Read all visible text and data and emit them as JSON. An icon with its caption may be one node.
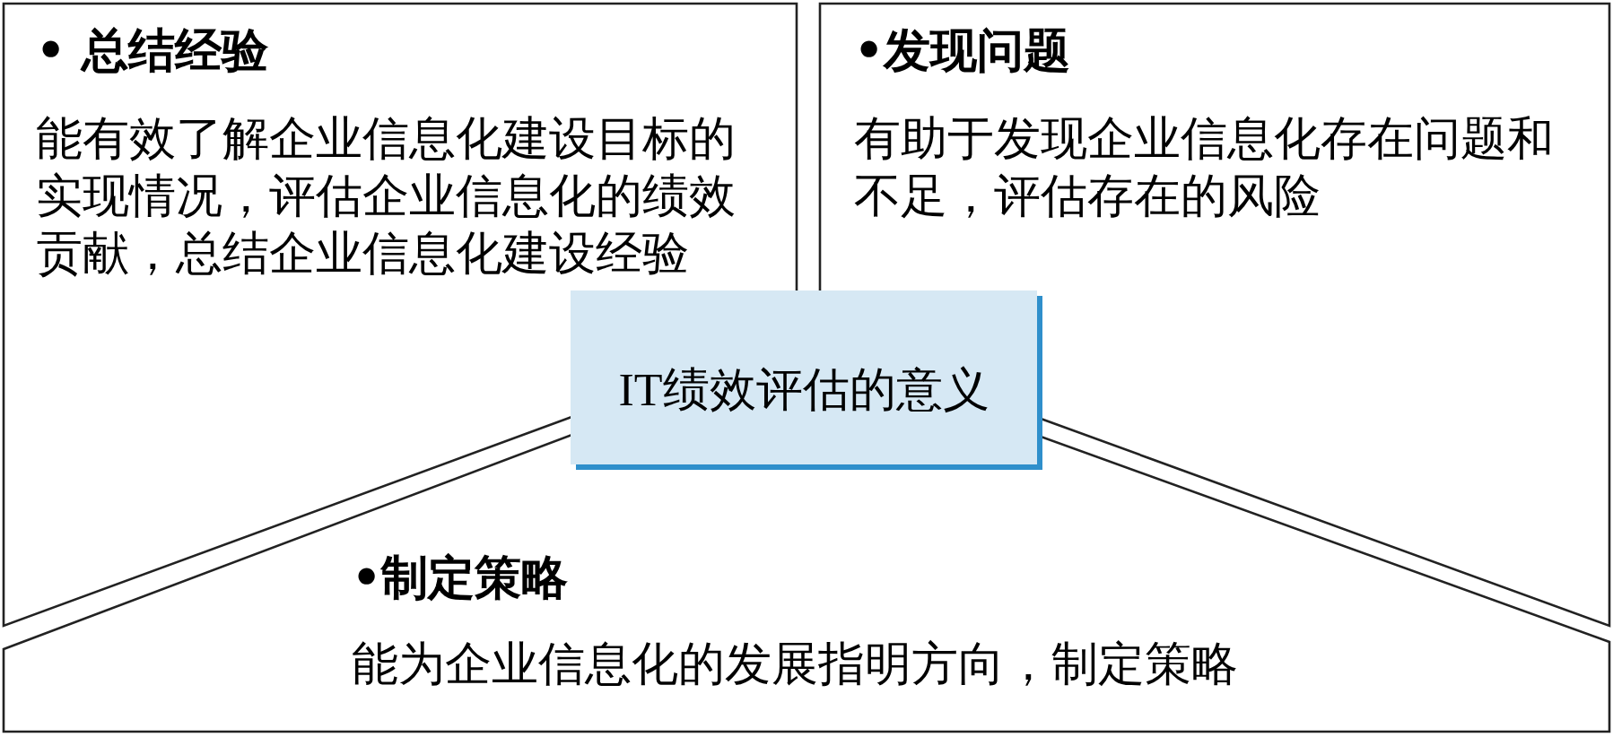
{
  "diagram": {
    "nodes": [
      {
        "text": [
          "• 总结经验",
          "能有效了解企业信息化建设目标的实现情况，评估企业信息化的绩效贡献，总结企业信息化建设经验"
        ]
      },
      {
        "text": [
          "•发现问题",
          "有助于发现企业信息化存在问题和不足，评估存在的风险"
        ]
      },
      {
        "text": [
          "IT绩效评估的意义"
        ]
      },
      {
        "text": [
          "•制定策略",
          "能为企业信息化的发展指明方向，制定策略"
        ]
      }
    ]
  }
}
